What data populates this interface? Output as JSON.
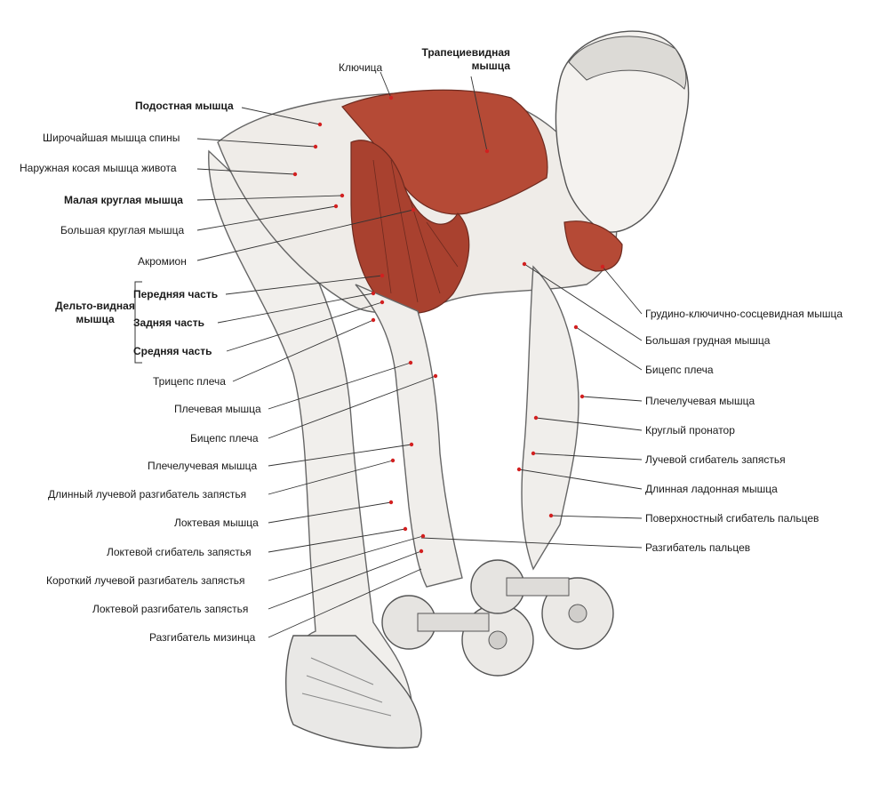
{
  "colors": {
    "muscle": "#b54a36",
    "muscle_dark": "#6e2a1f",
    "skin": "#f3f1ee",
    "outline": "#555555",
    "leader": "#333333",
    "pin": "#d22020"
  },
  "labels_left": {
    "podostnaya": "Подостная мышца",
    "shirochaishaya": "Широчайшая мышца спины",
    "naruzhnaya_kosaya": "Наружная косая мышца живота",
    "malaya_kruglaya": "Малая круглая мышца",
    "bolshaya_kruglaya": "Большая круглая мышца",
    "akromion": "Акромион",
    "perednyaya": "Передняя часть",
    "zadnyaya": "Задняя часть",
    "srednyaya": "Средняя часть",
    "deltoid_group": "Дельто-видная мышца",
    "triceps": "Трицепс плеча",
    "plechevaya": "Плечевая мышца",
    "biceps_left": "Бицепс плеча",
    "plecheluchevaya_left": "Плечелучевая мышца",
    "dlinny_luchevoi": "Длинный лучевой разгибатель запястья",
    "loktevaya": "Локтевая мышца",
    "loktevoi_sgibatel": "Локтевой сгибатель запястья",
    "korotky_luchevoi": "Короткий лучевой разгибатель запястья",
    "loktevoi_razgibatel": "Локтевой разгибатель запястья",
    "razgibatel_mizinca": "Разгибатель мизинца"
  },
  "labels_top": {
    "klyuchica": "Ключица",
    "trapecievidnaya": "Трапециевидная мышца"
  },
  "labels_right": {
    "grudino": "Грудино-ключично-сосцевидная мышца",
    "bolshaya_grudnaya": "Большая грудная мышца",
    "biceps_right": "Бицепс плеча",
    "plecheluchevaya_right": "Плечелучевая мышца",
    "krugly_pronator": "Круглый пронатор",
    "luchevoi_sgibatel": "Лучевой сгибатель запястья",
    "dlinnaya_ladonnaya": "Длинная ладонная мышца",
    "poverhnostny": "Поверхностный сгибатель пальцев",
    "razgibatel_palcev": "Разгибатель пальцев"
  }
}
